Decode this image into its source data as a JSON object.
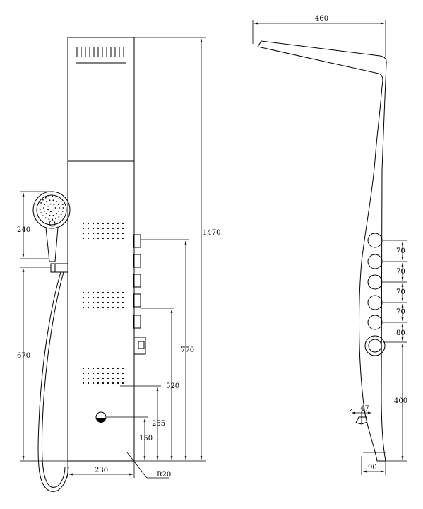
{
  "front_view": {
    "dim_height_total": "1470",
    "dim_hand_shower_head": "240",
    "dim_hand_shower_height": "670",
    "dim_outlet_1": "770",
    "dim_outlet_2": "520",
    "dim_outlet_3": "255",
    "dim_outlet_4": "150",
    "dim_width": "230",
    "dim_radius": "R20"
  },
  "side_view": {
    "dim_depth_top": "460",
    "dim_knob_spacing": [
      "70",
      "70",
      "70",
      "70"
    ],
    "dim_knob_to_diverter": "80",
    "dim_diverter_height": "400",
    "dim_spout": "47",
    "dim_base_depth": "90"
  }
}
